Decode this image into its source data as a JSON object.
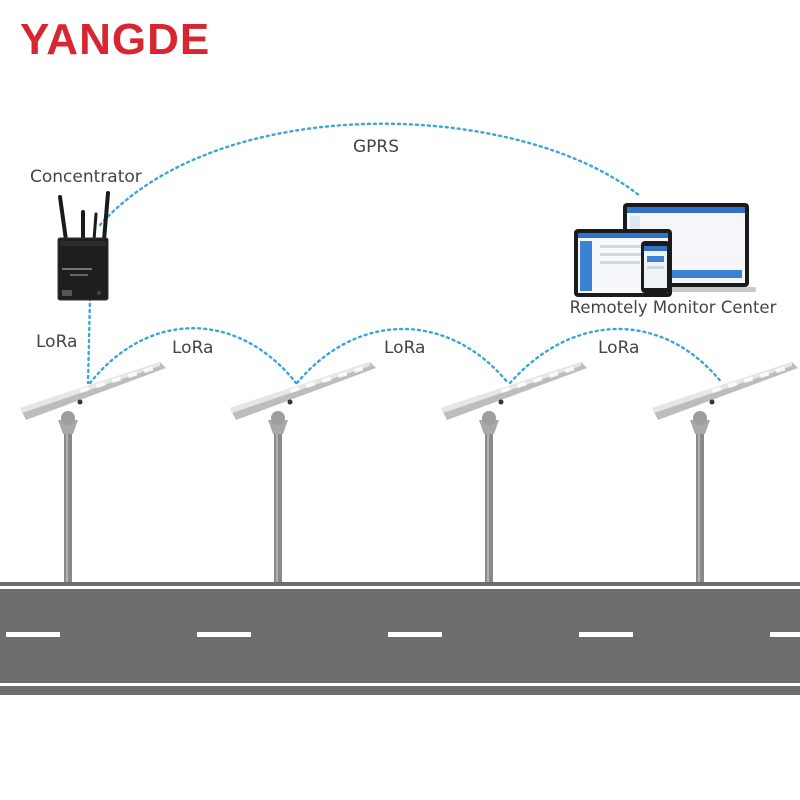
{
  "brand": {
    "logo_text": "YANGDE",
    "color": "#d7262f"
  },
  "labels": {
    "gprs": "GPRS",
    "concentrator": "Concentrator",
    "monitor_center": "Remotely Monitor Center",
    "lora_uplink": "LoRa",
    "lora_hop_1": "LoRa",
    "lora_hop_2": "LoRa",
    "lora_hop_3": "LoRa"
  },
  "link_color": "#3aa6d8",
  "road": {
    "surface_color": "#6d6d6d",
    "marking_color": "#ffffff"
  },
  "street_lights_count": 4
}
